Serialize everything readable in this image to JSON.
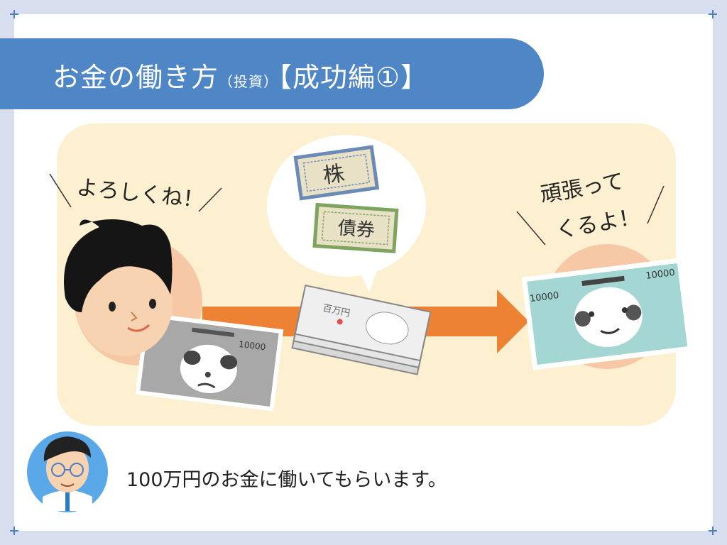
{
  "title": {
    "main": "お金の働き方",
    "paren": "（投資）",
    "suffix": "【成功編①】"
  },
  "left_speech": "よろしくね！",
  "right_speech": {
    "line1": "頑張って",
    "line2": "くるよ！"
  },
  "bubble": {
    "stock": "株",
    "bond": "債券"
  },
  "bills": {
    "denomination": "10000",
    "bundle_label": "百万円"
  },
  "caption": "100万円のお金に働いてもらいます。",
  "colors": {
    "title_bar": "#4f86c6",
    "scene_bg": "#fdf0d0",
    "arrow": "#ee8234",
    "bill_gray": "#a8a8a8",
    "bill_teal": "#a4d6d4"
  }
}
